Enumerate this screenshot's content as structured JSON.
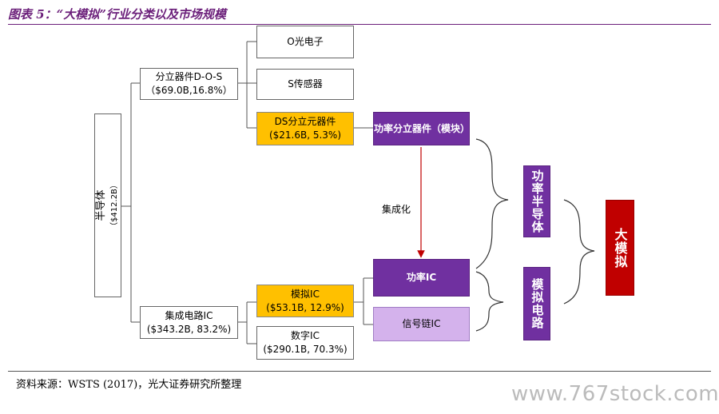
{
  "header": {
    "title": "图表 5：“大模拟”行业分类以及市场规模"
  },
  "semiconductor": {
    "name": "半导体",
    "value": "（$412.2B）"
  },
  "dos": {
    "name": "分立器件D-O-S",
    "value": "（$69.0B,16.8%）"
  },
  "o_box": {
    "name": "O光电子"
  },
  "s_box": {
    "name": "S传感器"
  },
  "ds_box": {
    "name": "DS分立元器件",
    "value": "($21.6B, 5.3%)"
  },
  "power_discrete": {
    "name": "功率分立器件（模块）"
  },
  "integration_label": "集成化",
  "ic": {
    "name": "集成电路IC",
    "value": "($343.2B, 83.2%)"
  },
  "analog_ic": {
    "name": "模拟IC",
    "value": "($53.1B, 12.9%)"
  },
  "digital_ic": {
    "name": "数字IC",
    "value": "($290.1B, 70.3%)"
  },
  "power_ic": {
    "name": "功率IC"
  },
  "signal_ic": {
    "name": "信号链IC"
  },
  "power_semi": {
    "name": "功率半导体"
  },
  "analog_circuit": {
    "name": "模拟电路"
  },
  "big_analog": {
    "name": "大模拟"
  },
  "footer": {
    "source": "资料来源：WSTS (2017)，光大证券研究所整理",
    "watermark": "www.767stock.com"
  },
  "colors": {
    "purple": "#7030a0",
    "orange": "#ffc000",
    "lavender": "#d4b2ec",
    "red": "#c00000",
    "title": "#6b1f7a"
  }
}
